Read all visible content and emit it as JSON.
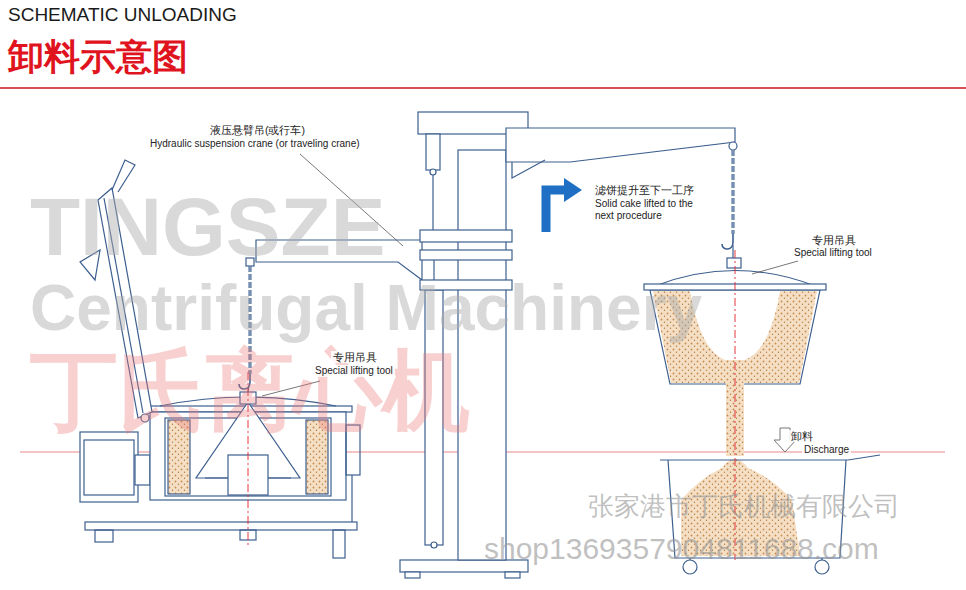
{
  "diagram": {
    "title": "卸料示意图",
    "labels": [
      "SCHEMATIC UNLOADING",
      "液压悬臂吊(或行车)",
      "Hydraulic suspension crane (or traveling crane)",
      "滤饼提升至下一工序",
      "Solid cake lifted to the next procedure",
      "TINGSZE",
      "Centrifugal Machinery",
      "专用吊具",
      "Special lifting tool",
      "专用吊具",
      "Special lifting tool",
      "丁氏离心机",
      "卸料",
      "Discharge",
      "张家港市丁氏机械有限公司",
      "shop1369357904811688.com"
    ]
  }
}
